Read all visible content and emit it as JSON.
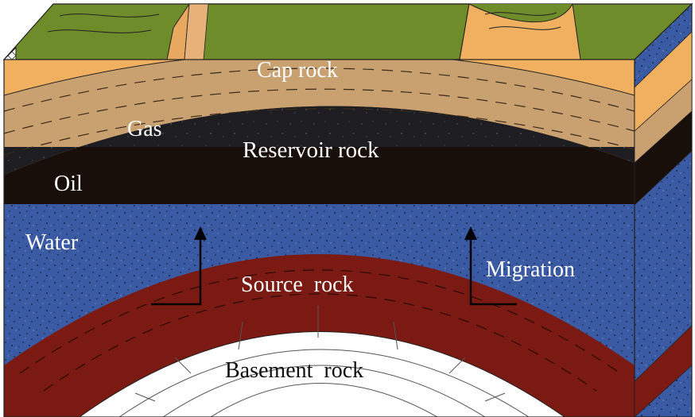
{
  "labels": {
    "cap_rock": "Cap rock",
    "gas": "Gas",
    "reservoir_rock": "Reservoir rock",
    "oil": "Oil",
    "water": "Water",
    "migration": "Migration",
    "source_rock": "Source  rock",
    "basement_rock": "Basement  rock"
  },
  "colors": {
    "surface": "#6e8c2a",
    "cap_orange": "#f0b060",
    "cap_tan": "#c9a070",
    "gas": "#1e1e22",
    "oil": "#180e0a",
    "water": "#3a5aa4",
    "source": "#7a1a12",
    "basement": "#ffffff"
  }
}
